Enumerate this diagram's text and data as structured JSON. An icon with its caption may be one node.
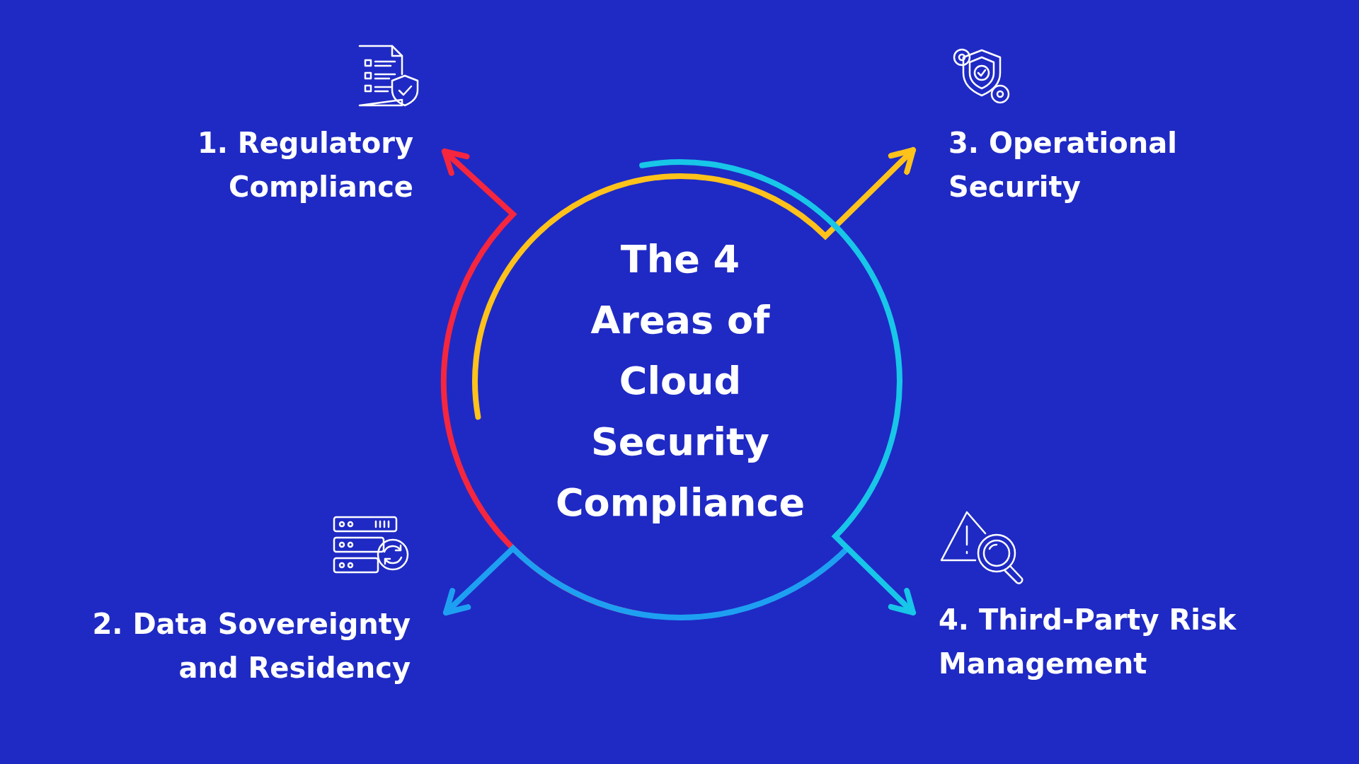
{
  "diagram": {
    "nodes": [
      {
        "text": [
          "The 4 Areas of Cloud Security Compliance"
        ]
      },
      {
        "text": [
          "1. Regulatory Compliance"
        ]
      },
      {
        "text": [
          "3. Operational Security"
        ]
      },
      {
        "text": [
          "2. Data Sovereignty and Residency"
        ]
      },
      {
        "text": [
          "4. Third-Party Risk Management"
        ]
      }
    ],
    "edges": [
      {
        "from": 0,
        "to": 1,
        "arrow": "to",
        "color": "#f5263e"
      },
      {
        "from": 0,
        "to": 2,
        "arrow": "to",
        "color": "#ffc21a"
      },
      {
        "from": 0,
        "to": 3,
        "arrow": "to",
        "color": "#1ea0f2"
      },
      {
        "from": 0,
        "to": 4,
        "arrow": "to",
        "color": "#18c6e8"
      }
    ]
  }
}
